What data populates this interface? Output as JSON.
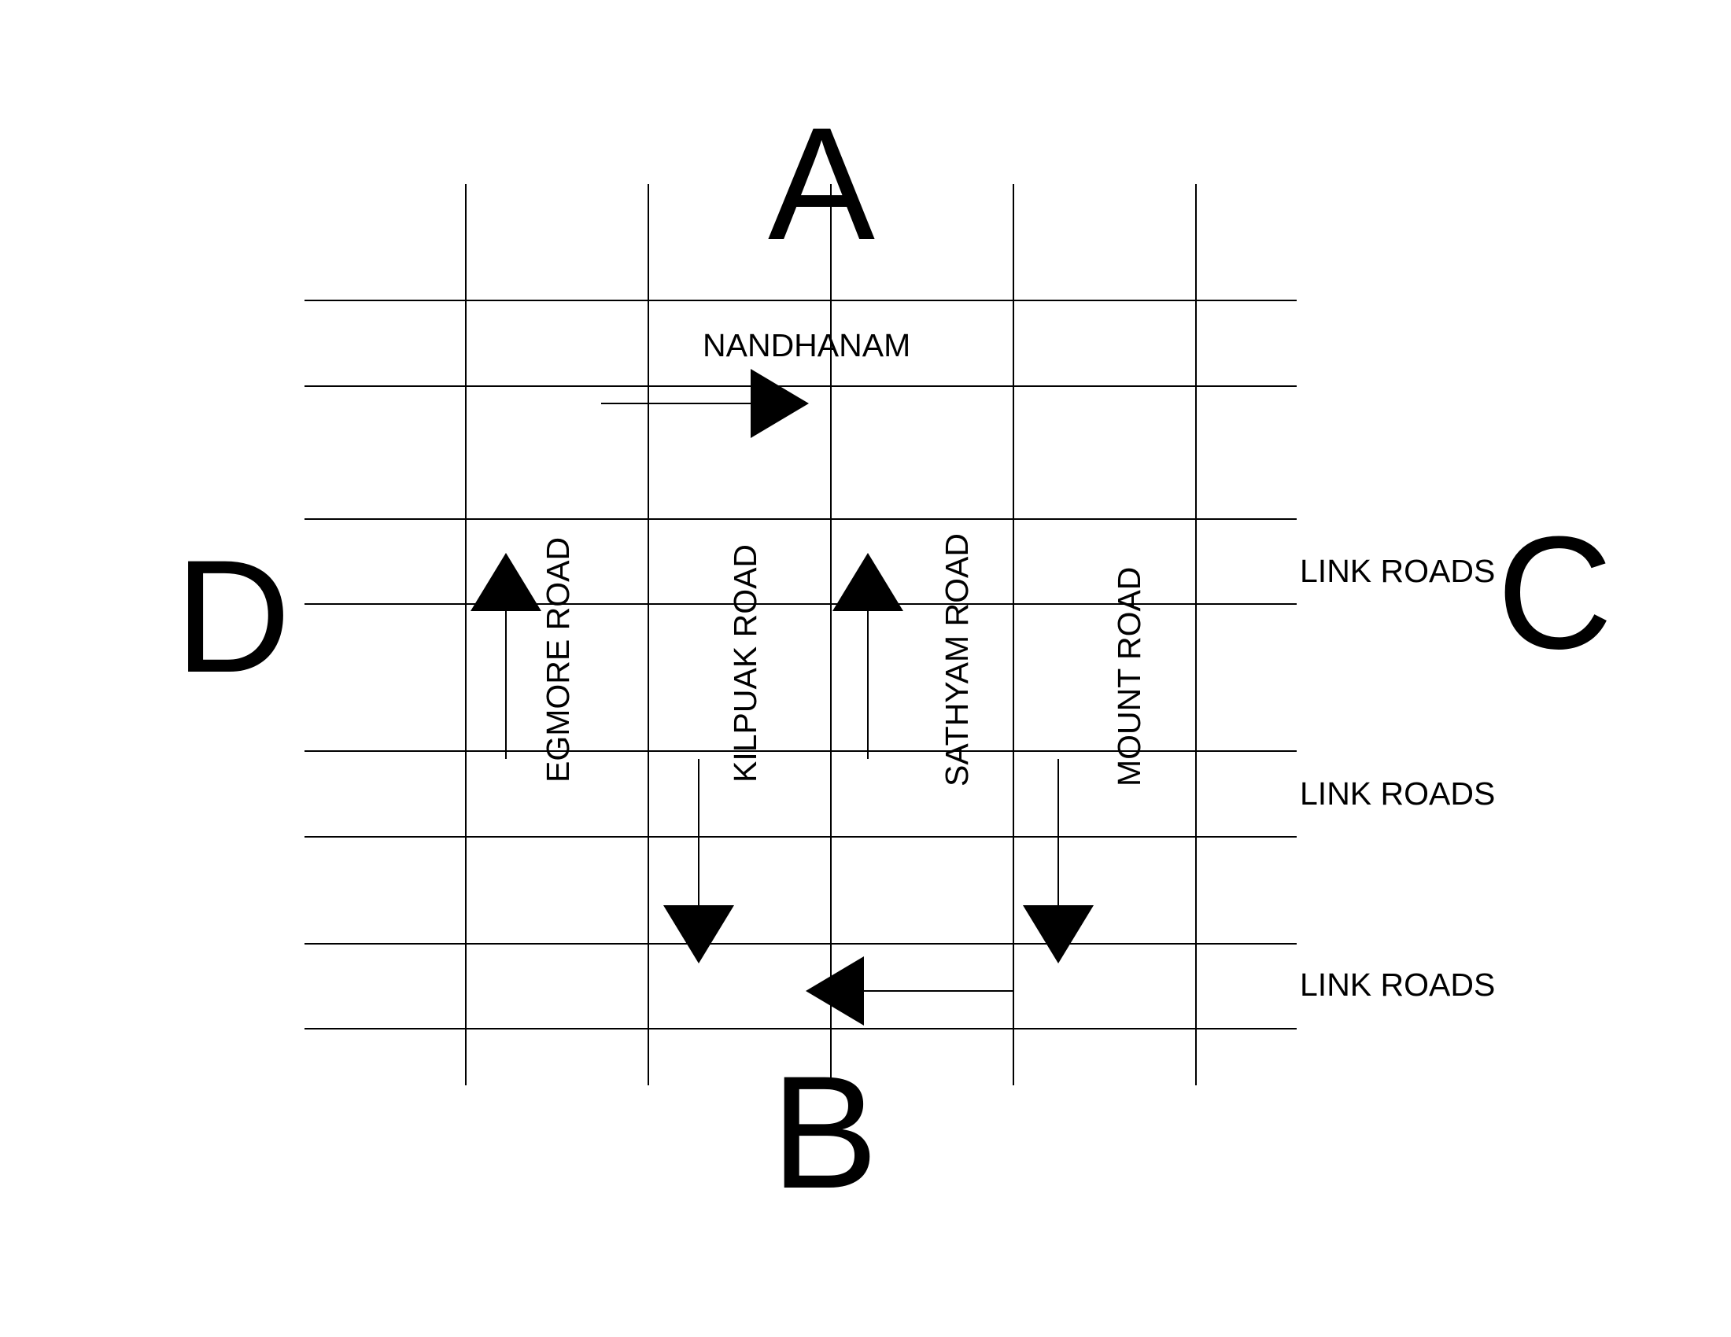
{
  "compass": {
    "a": "A",
    "b": "B",
    "c": "C",
    "d": "D"
  },
  "labels": {
    "nandhanam": "NANDHANAM",
    "egmore_road": "EGMORE ROAD",
    "kilpuak_road": "KILPUAK ROAD",
    "sathyam_road": "SATHYAM ROAD",
    "mount_road": "MOUNT ROAD",
    "link_roads": [
      "LINK ROADS",
      "LINK ROADS",
      "LINK ROADS"
    ]
  },
  "colors": {
    "ink": "#000000",
    "background": "#ffffff"
  }
}
